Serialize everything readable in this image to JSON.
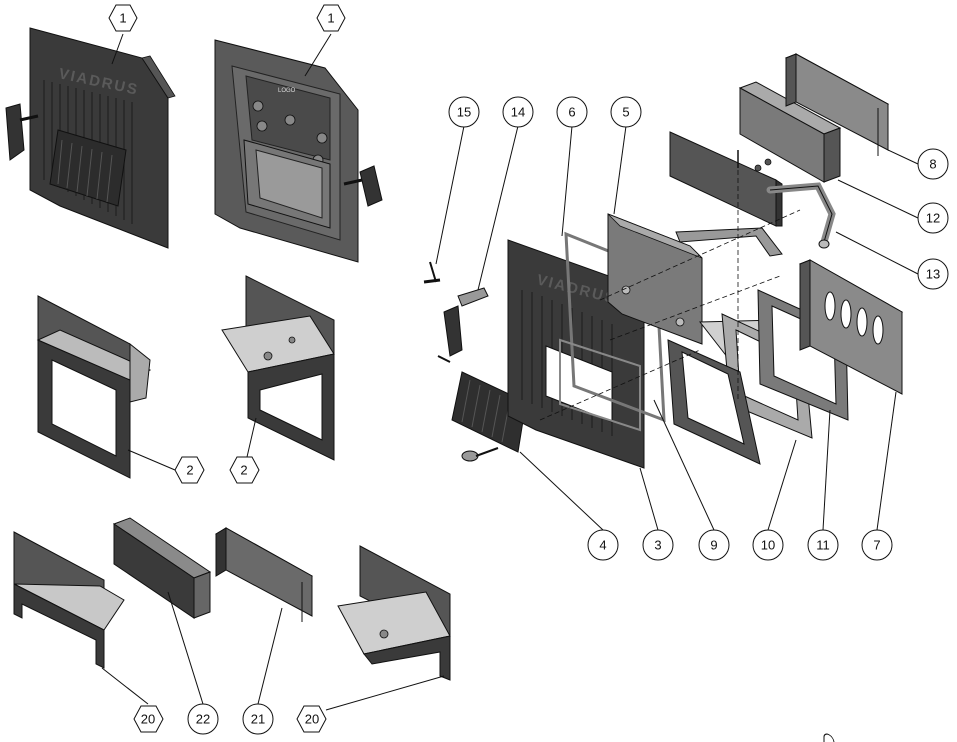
{
  "brand": "VIADRUS",
  "door_label": "VIADRUS",
  "plate_mark": "LOGO",
  "callouts": {
    "c1a": "1",
    "c1b": "1",
    "c2a": "2",
    "c2b": "2",
    "c15": "15",
    "c14": "14",
    "c6": "6",
    "c5": "5",
    "c8": "8",
    "c12": "12",
    "c13": "13",
    "c4": "4",
    "c3": "3",
    "c9": "9",
    "c10": "10",
    "c11": "11",
    "c7": "7",
    "c20a": "20",
    "c22": "22",
    "c21": "21",
    "c20b": "20"
  },
  "colors": {
    "line": "#111111",
    "dark_part": "#3a3a3a",
    "mid_part": "#8a8a8a",
    "light_part": "#c4c4c4",
    "plate": "#d8d8d8"
  }
}
